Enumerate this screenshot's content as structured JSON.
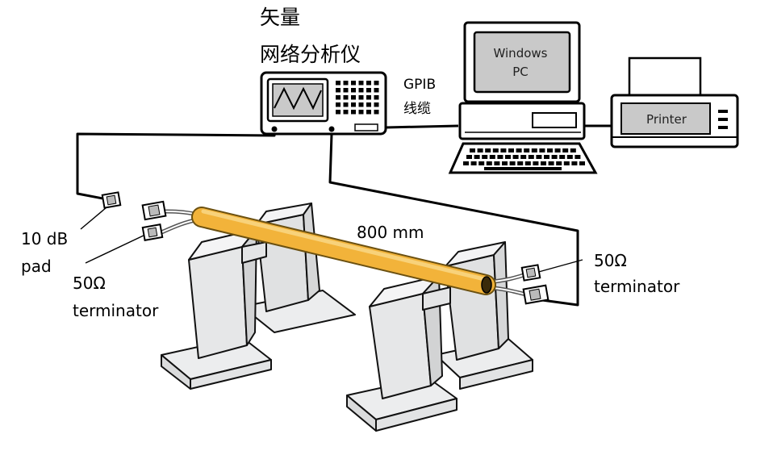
{
  "vna": {
    "label_line1": "矢量",
    "label_line2": "网络分析仪"
  },
  "gpib": {
    "label_line1": "GPIB",
    "label_line2": "线缆"
  },
  "pc": {
    "screen_line1": "Windows",
    "screen_line2": "PC"
  },
  "printer": {
    "label": "Printer"
  },
  "cable": {
    "length_label": "800 mm",
    "color": "#F2B33A"
  },
  "pad": {
    "label_line1": "10 dB",
    "label_line2": "pad"
  },
  "terminator_left": {
    "label_line1": "50Ω",
    "label_line2": "terminator"
  },
  "terminator_right": {
    "label_line1": "50Ω",
    "label_line2": "terminator"
  },
  "colors": {
    "support": "#E9EAEB",
    "screen": "#C9C9C9",
    "instrument": "#FFFFFF"
  },
  "icons": [
    "network-analyzer-icon",
    "computer-icon",
    "printer-icon",
    "attenuator-pad-icon",
    "terminator-icon",
    "support-stand-icon"
  ]
}
